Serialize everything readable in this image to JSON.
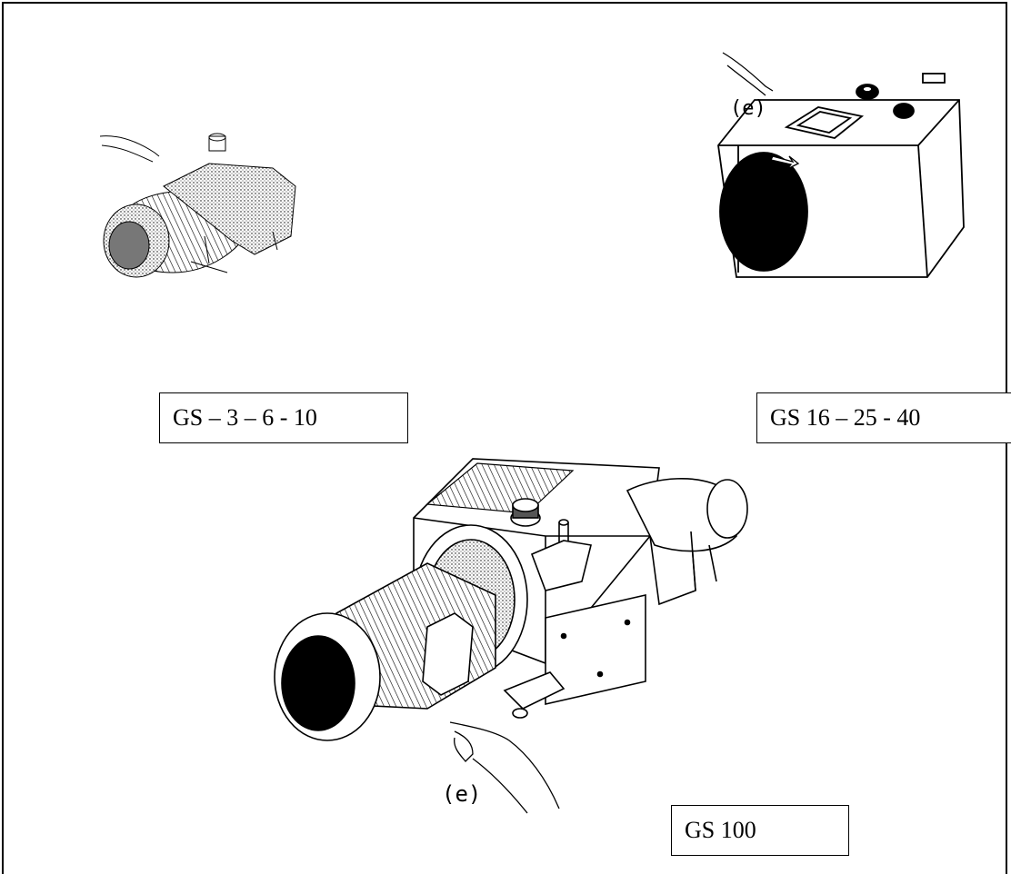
{
  "labels": {
    "small_pump": "GS – 3 – 6 - 10",
    "mid_pump": "GS 16 – 25 - 40",
    "large_pump": "GS 100"
  },
  "hand_marks": {
    "mid": "(e)",
    "large": "(e)"
  },
  "colors": {
    "line": "#000000",
    "background": "#ffffff"
  }
}
